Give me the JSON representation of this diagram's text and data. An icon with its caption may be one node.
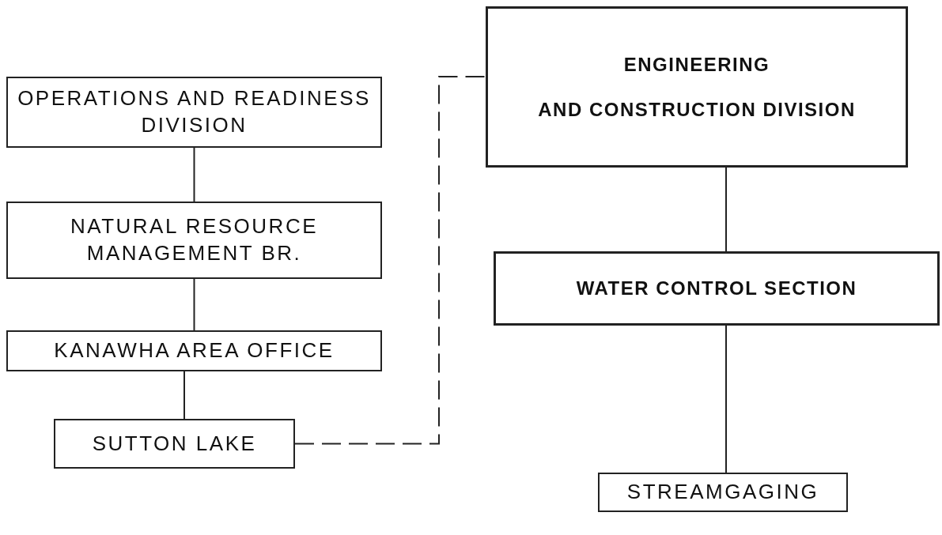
{
  "diagram": {
    "nodes": [
      {
        "text": [
          "OPERATIONS AND READINESS DIVISION"
        ]
      },
      {
        "text": [
          "NATURAL RESOURCE MANAGEMENT BR."
        ]
      },
      {
        "text": [
          "KANAWHA AREA OFFICE"
        ]
      },
      {
        "text": [
          "SUTTON LAKE"
        ]
      },
      {
        "text": [
          "ENGINEERING",
          "AND CONSTRUCTION DIVISION"
        ]
      },
      {
        "text": [
          "WATER CONTROL SECTION"
        ]
      },
      {
        "text": [
          "STREAMGAGING"
        ]
      }
    ],
    "edges": [
      {
        "from": 0,
        "to": 1,
        "arrow": "none"
      },
      {
        "from": 1,
        "to": 2,
        "arrow": "none"
      },
      {
        "from": 2,
        "to": 3,
        "arrow": "none"
      },
      {
        "from": 3,
        "to": 4,
        "arrow": "none",
        "style": "dashed"
      },
      {
        "from": 4,
        "to": 5,
        "arrow": "none"
      },
      {
        "from": 5,
        "to": 6,
        "arrow": "none"
      }
    ]
  }
}
